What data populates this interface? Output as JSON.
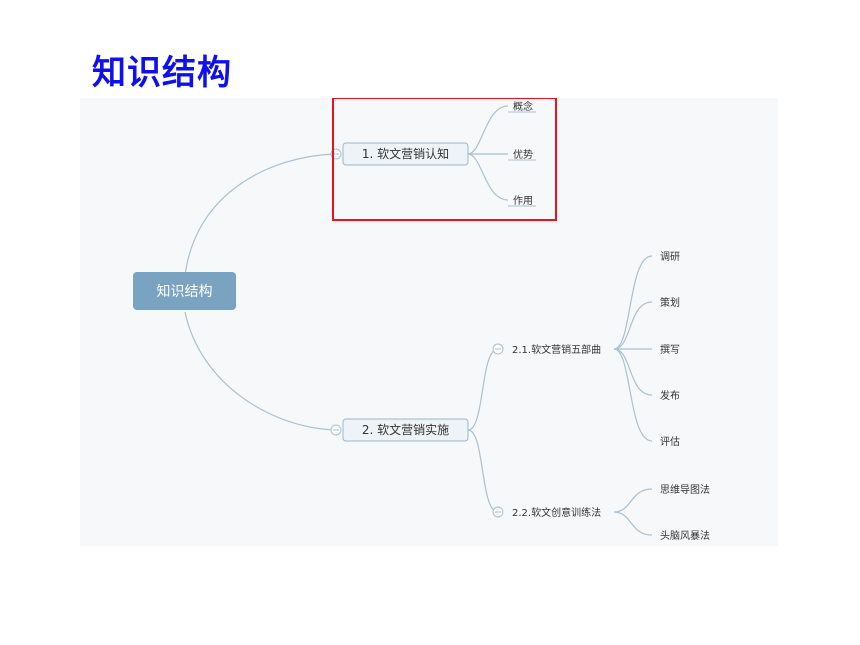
{
  "title": "知识结构",
  "colors": {
    "title": "#1010ee",
    "root_fill": "#7aa3c1",
    "root_text": "#ffffff",
    "node_fill": "#eef3f7",
    "node_stroke": "#9bb7cc",
    "connector": "#a9c1d3",
    "highlight": "#e8141b",
    "canvas": "#f7f8f9"
  },
  "mindmap": {
    "root": "知识结构",
    "branches": [
      {
        "label": "1. 软文营销认知",
        "children": [
          "概念",
          "优势",
          "作用"
        ]
      },
      {
        "label": "2. 软文营销实施",
        "subbranches": [
          {
            "label": "2.1.软文营销五部曲",
            "children": [
              "调研",
              "策划",
              "撰写",
              "发布",
              "评估"
            ]
          },
          {
            "label": "2.2.软文创意训练法",
            "children": [
              "思维导图法",
              "头脑风暴法"
            ]
          }
        ]
      }
    ]
  }
}
